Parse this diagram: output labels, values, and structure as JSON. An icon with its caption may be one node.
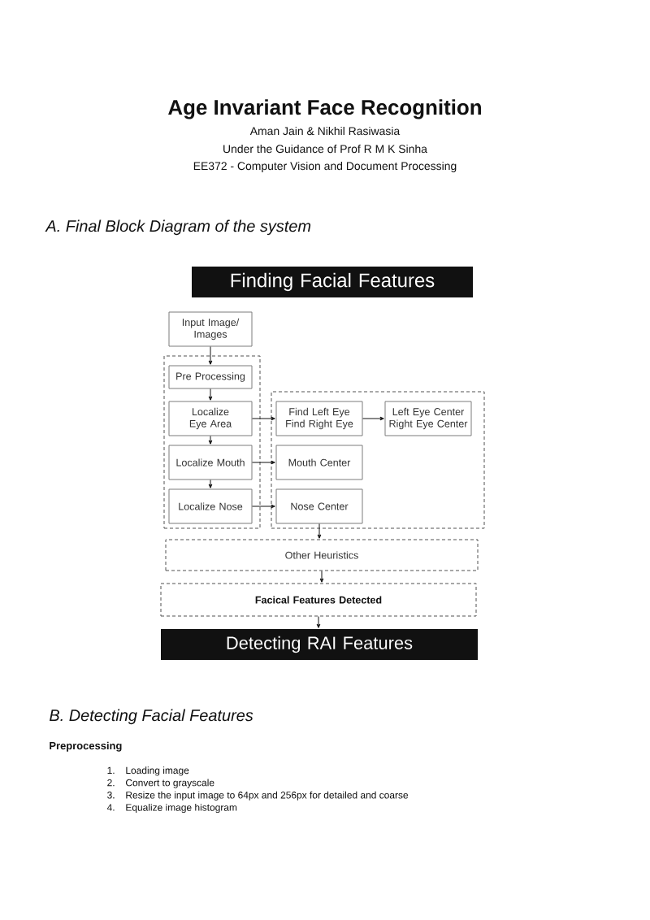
{
  "diagram": {
    "title": "Age Invariant Face Recognition",
    "nodes": [
      {
        "text": [
          "Finding Facial Features"
        ]
      },
      {
        "text": [
          "Input Image/ Images"
        ]
      },
      {
        "text": [],
        "shape": "box"
      },
      {
        "text": [
          "Pre Processing"
        ],
        "in": 2
      },
      {
        "text": [
          "Localize Eye Area"
        ],
        "in": 2
      },
      {
        "text": [
          "Localize Mouth"
        ],
        "in": 2
      },
      {
        "text": [
          "Localize Nose"
        ],
        "in": 2
      },
      {
        "text": [],
        "shape": "box"
      },
      {
        "text": [
          "Find Left Eye",
          "Find Right Eye"
        ],
        "in": 7
      },
      {
        "text": [
          "Left Eye Center",
          "Right Eye Center"
        ],
        "in": 7
      },
      {
        "text": [
          "Mouth Center"
        ],
        "in": 7
      },
      {
        "text": [
          "Nose Center"
        ],
        "in": 7
      },
      {
        "text": [
          "Other Heuristics"
        ]
      },
      {
        "text": [
          "Facical Features Detected"
        ]
      },
      {
        "text": [
          "Detecting RAI Features"
        ]
      }
    ],
    "edges": [
      {
        "from": 1,
        "to": 3,
        "arrow": "to"
      },
      {
        "from": 3,
        "to": 4,
        "arrow": "to"
      },
      {
        "from": 4,
        "to": 5,
        "arrow": "to"
      },
      {
        "from": 5,
        "to": 6,
        "arrow": "to"
      },
      {
        "from": 4,
        "to": 8,
        "arrow": "to"
      },
      {
        "from": 8,
        "to": 9,
        "arrow": "to"
      },
      {
        "from": 5,
        "to": 10,
        "arrow": "to"
      },
      {
        "from": 6,
        "to": 11,
        "arrow": "to"
      },
      {
        "from": 11,
        "to": 12,
        "arrow": "to"
      },
      {
        "from": 12,
        "to": 13,
        "arrow": "to"
      },
      {
        "from": 13,
        "to": 14,
        "arrow": "to"
      }
    ],
    "labels": [
      "Aman Jain & Nikhil Rasiwasia",
      "Under the Guidance of Prof R M K Sinha",
      "EE372 - Computer Vision and Document Processing",
      "A. Final Block Diagram of the system",
      "B. Detecting Facial Features",
      "Preprocessing",
      "1.",
      "Loading image",
      "2.",
      "Convert to grayscale",
      "3.",
      "Resize the input image to 64px and 256px for detailed and coarse",
      "4.",
      "Equalize image histogram"
    ]
  }
}
